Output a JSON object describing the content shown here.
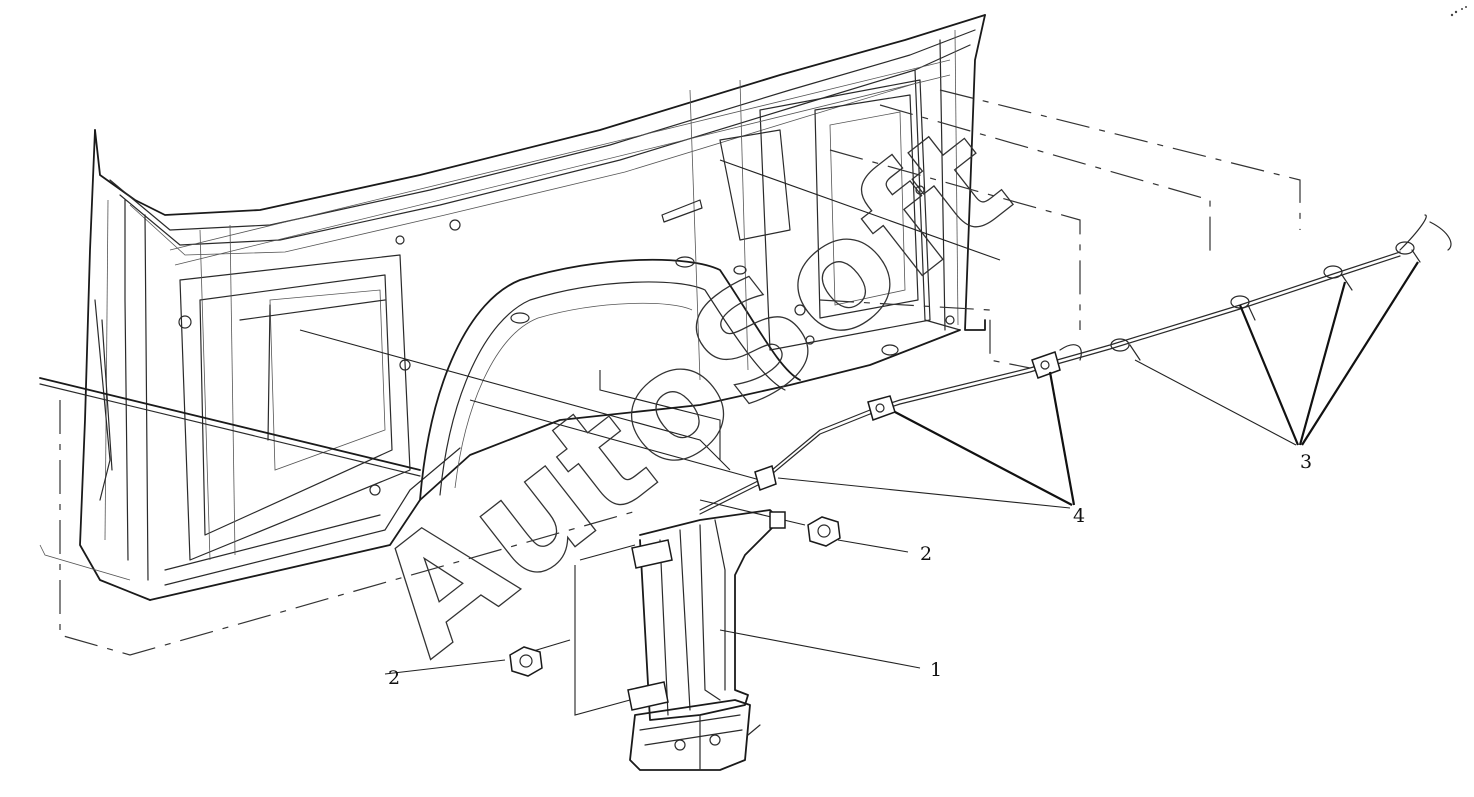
{
  "diagram": {
    "watermark": "AutoSoft",
    "callouts": [
      {
        "id": "1",
        "label": "1"
      },
      {
        "id": "2a",
        "label": "2"
      },
      {
        "id": "2b",
        "label": "2"
      },
      {
        "id": "3",
        "label": "3"
      },
      {
        "id": "4",
        "label": "4"
      }
    ]
  }
}
